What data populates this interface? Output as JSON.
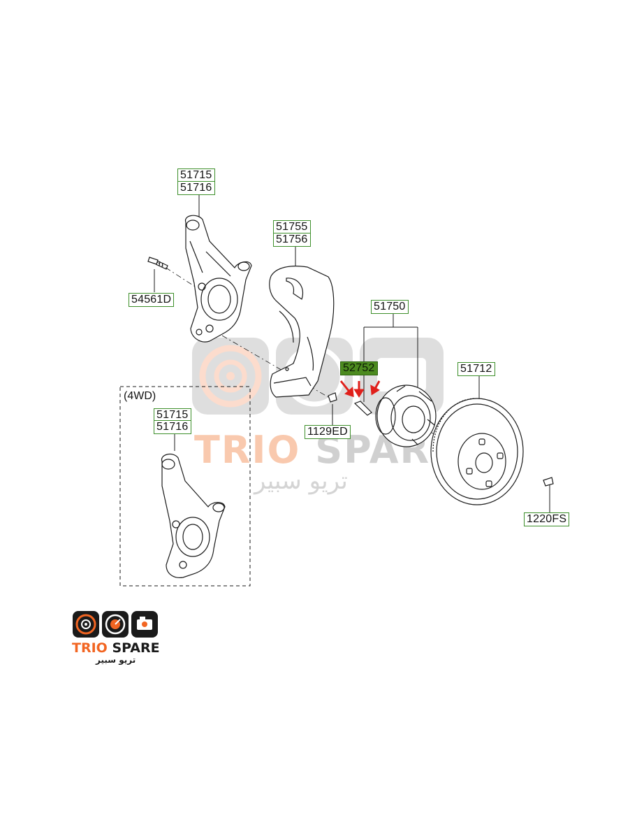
{
  "labels": {
    "knuckle_upper": "51715",
    "knuckle_lower": "51716",
    "shield_upper": "51755",
    "shield_lower": "51756",
    "bolt_knuckle": "54561D",
    "hub_assembly": "51750",
    "hub_bolt": "52752",
    "shield_bolt": "1129ED",
    "disc": "51712",
    "disc_screw": "1220FS",
    "variant_caption": "(4WD)",
    "variant_knuckle_upper": "51715",
    "variant_knuckle_lower": "51716"
  },
  "watermark": {
    "brand_orange": "TRIO",
    "brand_grey": "SPARE",
    "arabic": "تريو سبير"
  },
  "logo": {
    "brand_orange": "TRIO",
    "brand_dark": "SPARE",
    "arabic": "تريو سبير",
    "icons": [
      "brake-disc-icon",
      "speedometer-icon",
      "engine-icon"
    ]
  },
  "colors": {
    "label_border": "#3d8f2a",
    "highlight_fill": "#4c8a1f",
    "arrow": "#e0201b",
    "brand_orange": "#f26522",
    "brand_dark": "#1a1a1a"
  }
}
